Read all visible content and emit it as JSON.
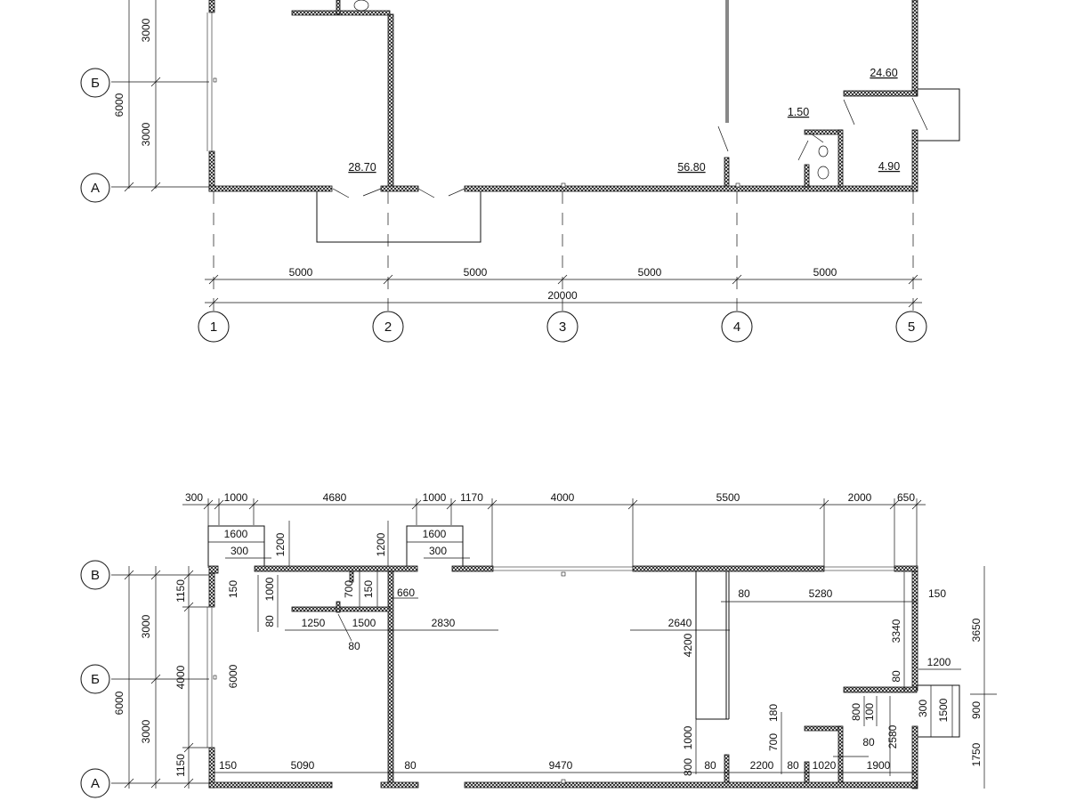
{
  "plan_top": {
    "axes_letters": [
      "Б",
      "А"
    ],
    "axes_numbers": [
      "1",
      "2",
      "3",
      "4",
      "5"
    ],
    "dims_left": [
      "3000",
      "3000",
      "6000"
    ],
    "dims_bottom": [
      "5000",
      "5000",
      "5000",
      "5000"
    ],
    "dim_total": "20000",
    "room_areas": [
      "28.70",
      "56.80",
      "24.60",
      "1.50",
      "4.90"
    ]
  },
  "plan_bottom": {
    "axes_letters": [
      "В",
      "Б",
      "А"
    ],
    "dims_top": [
      "300",
      "1000",
      "4680",
      "1000",
      "1170",
      "4000",
      "5500",
      "2000",
      "650"
    ],
    "dims_left_outer": [
      "3000",
      "3000",
      "6000"
    ],
    "dims_left_inner": [
      "1150",
      "4000",
      "1150"
    ],
    "dims_right": [
      "3650",
      "1750"
    ],
    "labels": {
      "porch1_w": "1600",
      "porch1_gap": "300",
      "porch1_h": "1200",
      "porch2_w": "1600",
      "porch2_gap": "300",
      "porch2_h": "1200",
      "d150a": "150",
      "d1000": "1000",
      "d700": "700",
      "d150b": "150",
      "d660": "660",
      "d80a": "80",
      "d1250": "1250",
      "d1500": "1500",
      "d2830": "2830",
      "d80b": "80",
      "d6000": "6000",
      "d2640": "2640",
      "d4200": "4200",
      "d80c": "80",
      "d5280": "5280",
      "d150c": "150",
      "d3340": "3340",
      "d80d": "80",
      "d1200": "1200",
      "d800": "800",
      "d100": "100",
      "d300": "300",
      "d1500b": "1500",
      "d900": "900",
      "d180": "180",
      "d700b": "700",
      "d1000b": "1000",
      "d80e": "80",
      "d2580": "2580",
      "b150": "150",
      "b5090": "5090",
      "b80": "80",
      "b9470": "9470",
      "b800": "800",
      "b80b": "80",
      "b2200": "2200",
      "b80c": "80",
      "b1020": "1020",
      "b1900": "1900"
    }
  }
}
